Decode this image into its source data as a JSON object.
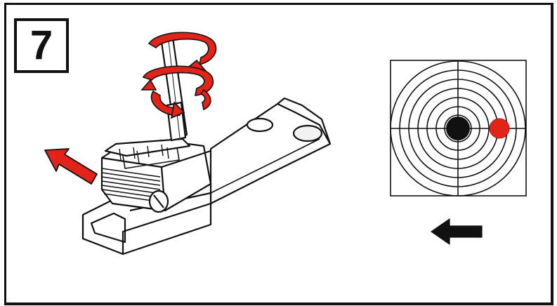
{
  "step": {
    "number": "7"
  },
  "colors": {
    "accent": "#e2231a",
    "ink": "#111111",
    "target_point": "#111111"
  },
  "illustration": {
    "part": "rear-sight-adjustment",
    "tool": "screwdriver",
    "rotation_icon": "rotate-arrows-icon",
    "movement_icon": "arrow-up-left-icon"
  },
  "target": {
    "rings": 7,
    "shift_direction": "left",
    "indicator_icon": "arrow-left-icon"
  }
}
